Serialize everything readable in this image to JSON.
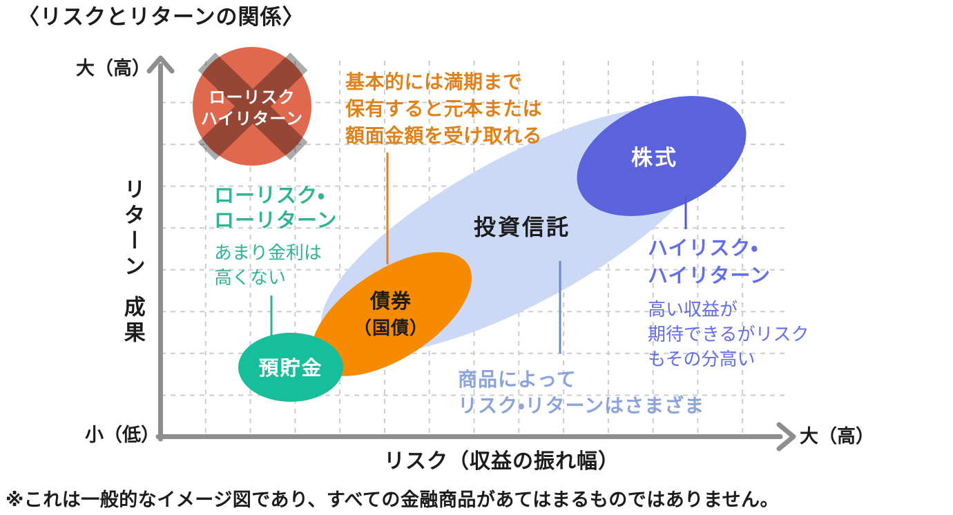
{
  "title": "〈リスクとリターンの関係〉",
  "footnote": "※これは一般的なイメージ図であり、すべての金融商品があてはまるものではありません。",
  "axes": {
    "y_title_main": "リターン",
    "y_title_sub": "成果",
    "y_max_label": "大（高）",
    "origin_label": "小（低）",
    "x_max_label": "大（高）",
    "x_title": "リスク（収益の振れ幅）"
  },
  "bubbles": {
    "prohibited": {
      "line1": "ローリスク",
      "line2": "ハイリターン"
    },
    "deposit": {
      "label": "預貯金"
    },
    "bond": {
      "line1": "債券",
      "line2": "（国債）"
    },
    "fund": {
      "label": "投資信託"
    },
    "stock": {
      "label": "株式"
    }
  },
  "annotations": {
    "bond_note": {
      "lines": [
        "基本的には満期まで",
        "保有すると元本または",
        "額面金額を受け取れる"
      ]
    },
    "deposit_note": {
      "heading": [
        "ローリスク・",
        "ローリターン"
      ],
      "body": [
        "あまり金利は",
        "高くない"
      ]
    },
    "stock_note": {
      "heading": [
        "ハイリスク・",
        "ハイリターン"
      ],
      "body": [
        "高い収益が",
        "期待できるがリスク",
        "もその分高い"
      ]
    },
    "fund_note": {
      "lines": [
        "商品によって",
        "リスク・リターンはさまざま"
      ]
    }
  },
  "colors": {
    "red": "#E0684E",
    "cross-gray": "#ABABAB",
    "teal": "#17BE9B",
    "teal-text": "#2EB495",
    "orange": "#F78B00",
    "orange-text": "#E08119",
    "light-blue": "#CBD9F6",
    "indigo": "#5A63DB",
    "blue-text": "#616EE8",
    "blue-line": "#4E59D6",
    "steel-text": "#8CA3DB",
    "steel-line": "#6E89C4",
    "axis": "#8E8E8E",
    "grid": "#CCCCCC",
    "ink": "#1C1C1C"
  },
  "chart_data": {
    "type": "scatter",
    "title": "〈リスクとリターンの関係〉",
    "xlabel": "リスク（収益の振れ幅）",
    "ylabel": "リターン（成果）",
    "x_axis_range": [
      "小（低）",
      "大（高）"
    ],
    "y_axis_range": [
      "小（低）",
      "大（高）"
    ],
    "grid": true,
    "points": [
      {
        "label": "預貯金",
        "risk": 0.21,
        "return": 0.19,
        "crossed_out": false,
        "note": "ローリスク・ローリターン あまり金利は高くない"
      },
      {
        "label": "債券（国債）",
        "risk": 0.37,
        "return": 0.33,
        "crossed_out": false,
        "note": "基本的には満期まで保有すると元本または額面金額を受け取れる"
      },
      {
        "label": "投資信託",
        "risk": 0.57,
        "return": 0.55,
        "crossed_out": false,
        "note": "商品によってリスク・リターンはさまざま"
      },
      {
        "label": "株式",
        "risk": 0.8,
        "return": 0.75,
        "crossed_out": false,
        "note": "ハイリスク・ハイリターン 高い収益が期待できるがリスクもその分高い"
      },
      {
        "label": "ローリスク ハイリターン",
        "risk": 0.15,
        "return": 0.88,
        "crossed_out": true,
        "note": ""
      }
    ]
  }
}
